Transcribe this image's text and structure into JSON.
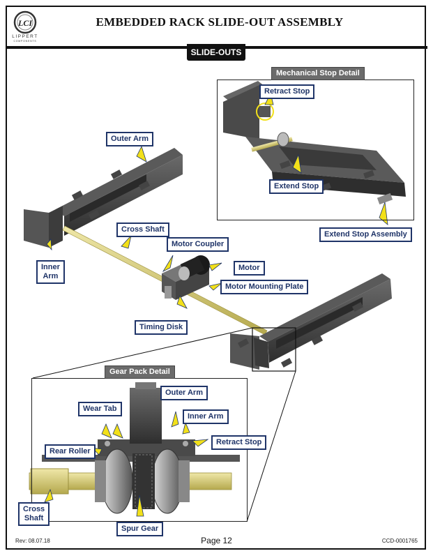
{
  "header": {
    "title": "EMBEDDED RACK SLIDE-OUT ASSEMBLY",
    "section_tab": "SLIDE-OUTS",
    "logo_text": "LCI",
    "logo_brand": "LIPPERT",
    "logo_sub": "COMPONENTS"
  },
  "details": {
    "mechanical": "Mechanical Stop Detail",
    "gear_pack": "Gear Pack Detail"
  },
  "callouts": {
    "outer_arm": "Outer Arm",
    "inner_arm_main": "Inner\nArm",
    "cross_shaft_main": "Cross Shaft",
    "motor_coupler": "Motor Coupler",
    "motor": "Motor",
    "motor_mounting_plate": "Motor Mounting Plate",
    "timing_disk": "Timing Disk",
    "retract_stop_top": "Retract Stop",
    "extend_stop": "Extend Stop",
    "extend_stop_assembly": "Extend Stop Assembly",
    "wear_tab": "Wear Tab",
    "outer_arm_gear": "Outer Arm",
    "inner_arm_gear": "Inner Arm",
    "retract_stop_gear": "Retract Stop",
    "rear_roller": "Rear Roller",
    "cross_shaft_gear": "Cross\nShaft",
    "spur_gear": "Spur Gear"
  },
  "footer": {
    "rev": "Rev: 08.07.18",
    "page": "Page 12",
    "doc_id": "CCD-0001765"
  },
  "colors": {
    "callout_border": "#1f3468",
    "arrow": "#f2e01a",
    "metal": "#4a4a4a",
    "shaft": "#d9cf7a"
  }
}
